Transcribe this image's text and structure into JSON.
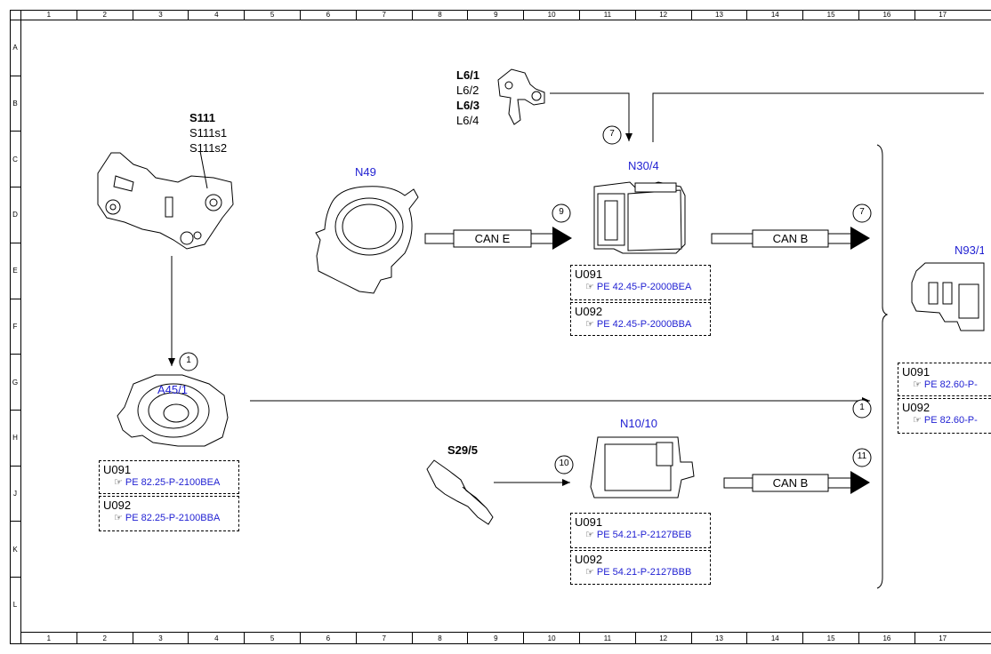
{
  "columns": [
    "1",
    "2",
    "3",
    "4",
    "5",
    "6",
    "7",
    "8",
    "9",
    "10",
    "11",
    "12",
    "13",
    "14",
    "15",
    "16",
    "17"
  ],
  "rows": [
    "A",
    "B",
    "C",
    "D",
    "E",
    "F",
    "G",
    "H",
    "J",
    "K",
    "L"
  ],
  "components": {
    "s111": {
      "main": "S111",
      "sub1": "S111s1",
      "sub2": "S111s2"
    },
    "l6": {
      "l1": "L6/1",
      "l2": "L6/2",
      "l3": "L6/3",
      "l4": "L6/4"
    },
    "n49": "N49",
    "n30": "N30/4",
    "a45": "A45/1",
    "s29": "S29/5",
    "n10": "N10/10",
    "n93": "N93/1"
  },
  "buses": {
    "can_e": "CAN E",
    "can_b1": "CAN B",
    "can_b2": "CAN B"
  },
  "markers": {
    "m1a": "1",
    "m1b": "1",
    "m7a": "7",
    "m7b": "7",
    "m9": "9",
    "m10": "10",
    "m11": "11"
  },
  "refs": {
    "n30_u091": {
      "code": "U091",
      "ref": "PE 42.45-P-2000BEA"
    },
    "n30_u092": {
      "code": "U092",
      "ref": "PE 42.45-P-2000BBA"
    },
    "a45_u091": {
      "code": "U091",
      "ref": "PE 82.25-P-2100BEA"
    },
    "a45_u092": {
      "code": "U092",
      "ref": "PE 82.25-P-2100BBA"
    },
    "n10_u091": {
      "code": "U091",
      "ref": "PE 54.21-P-2127BEB"
    },
    "n10_u092": {
      "code": "U092",
      "ref": "PE 54.21-P-2127BBB"
    },
    "n93_u091": {
      "code": "U091",
      "ref": "PE 82.60-P-"
    },
    "n93_u092": {
      "code": "U092",
      "ref": "PE 82.60-P-"
    }
  },
  "icons": {
    "reference": "pointing-hand-icon"
  },
  "colors": {
    "link_blue": "#1f1fd2",
    "line": "#000000"
  }
}
